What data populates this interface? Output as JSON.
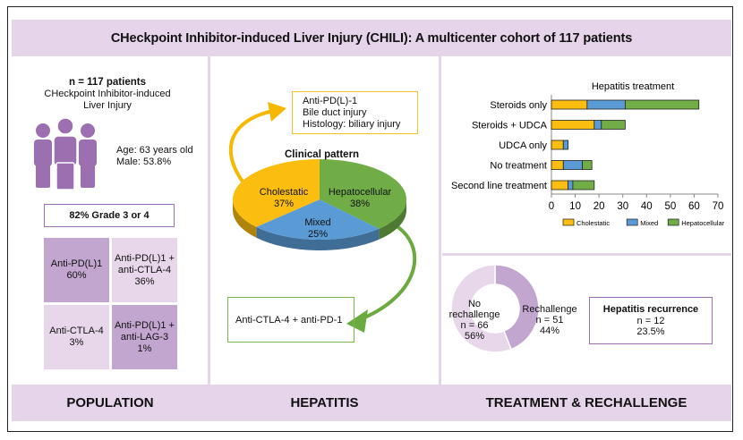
{
  "title": "CHeckpoint Inhibitor-induced Liver Injury (CHILI): A multicenter cohort of 117 patients",
  "population": {
    "n_label": "n = 117 patients",
    "subtitle_line1": "CHeckpoint Inhibitor-induced",
    "subtitle_line2": "Liver Injury",
    "icon": "people-group-icon",
    "age": "Age: 63 years old",
    "male": "Male: 53.8%",
    "grade": "82% Grade 3 or 4",
    "therapies": [
      {
        "line1": "Anti-PD(L)1",
        "line2": "",
        "pct": "60%"
      },
      {
        "line1": "Anti-PD(L)1 +",
        "line2": "anti-CTLA-4",
        "pct": "36%"
      },
      {
        "line1": "Anti-CTLA-4",
        "line2": "",
        "pct": "3%"
      },
      {
        "line1": "Anti-PD(L)1 +",
        "line2": "anti-LAG-3",
        "pct": "1%"
      }
    ]
  },
  "hepatitis": {
    "cholestatic_box": [
      "Anti-PD(L)-1",
      "Bile duct injury",
      "Histology: biliary injury"
    ],
    "hepatocellular_box": "Anti-CTLA-4 + anti-PD-1",
    "colors": {
      "cholestatic": "#fbbd0f",
      "mixed": "#5b9bd5",
      "hepatocellular": "#70ad47"
    }
  },
  "rechallenge": {
    "no": {
      "line1": "No",
      "line2": "rechallenge",
      "n": "n = 66",
      "pct": "56%",
      "value": 56
    },
    "yes": {
      "line1": "Rechallenge",
      "n": "n = 51",
      "pct": "44%",
      "value": 44
    },
    "recurrence": {
      "title": "Hepatitis recurrence",
      "n": "n = 12",
      "pct": "23.5%"
    }
  },
  "footer": {
    "population": "POPULATION",
    "hepatitis": "HEPATITIS",
    "treatment": "TREATMENT & RECHALLENGE"
  },
  "chart_data": [
    {
      "type": "pie",
      "title": "Clinical pattern",
      "categories": [
        "Cholestatic",
        "Hepatocellular",
        "Mixed"
      ],
      "values": [
        37,
        38,
        25
      ],
      "labels": [
        "37%",
        "38%",
        "25%"
      ],
      "colors": [
        "#fbbd0f",
        "#70ad47",
        "#5b9bd5"
      ]
    },
    {
      "type": "bar",
      "orientation": "horizontal",
      "stacked": true,
      "title": "Hepatitis treatment",
      "categories": [
        "Steroids only",
        "Steroids + UDCA",
        "UDCA only",
        "No treatment",
        "Second line treatment"
      ],
      "series": [
        {
          "name": "Cholestatic",
          "color": "#fbbd0f",
          "values": [
            15,
            18,
            5,
            5,
            7
          ]
        },
        {
          "name": "Mixed",
          "color": "#5b9bd5",
          "values": [
            16,
            3,
            2,
            8,
            2
          ]
        },
        {
          "name": "Hepatocellular",
          "color": "#70ad47",
          "values": [
            31,
            10,
            0,
            4,
            9
          ]
        }
      ],
      "xlim": [
        0,
        70
      ],
      "xticks": [
        0,
        10,
        20,
        30,
        40,
        50,
        60,
        70
      ],
      "legend": "bottom",
      "grid": false
    },
    {
      "type": "pie",
      "donut": true,
      "categories": [
        "Rechallenge",
        "No rechallenge"
      ],
      "values": [
        44,
        56
      ],
      "colors": [
        "#c3a6d0",
        "#e8d6ea"
      ]
    }
  ]
}
